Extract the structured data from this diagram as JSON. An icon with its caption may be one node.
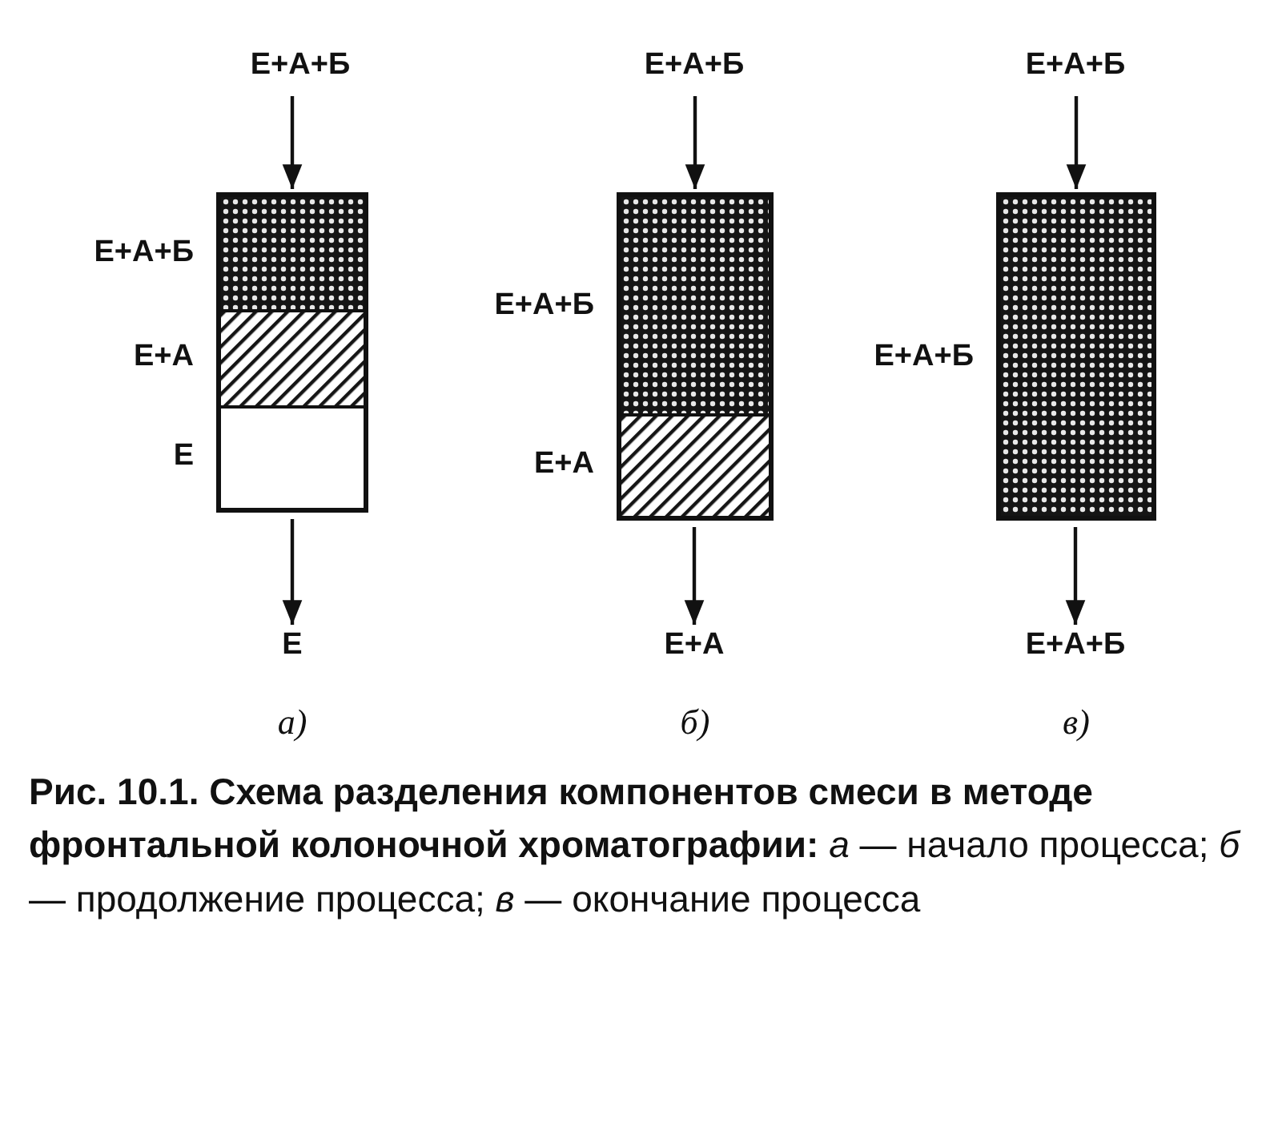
{
  "diagram": {
    "caption": "**Рис. 10.1. Схема разделения компонентов смеси в методе фронтальной колоночной хроматографии:** *а* — начало процесса; *б* — продолжение процесса; *в* — окончание процесса",
    "nodes": [
      {
        "text": [
          "Е+А+Б"
        ]
      },
      {
        "text": [],
        "shape": "box"
      },
      {
        "text": [],
        "shape": "box",
        "in": 1,
        "beside": [
          "Е+А+Б"
        ]
      },
      {
        "text": [],
        "shape": "box",
        "in": 1,
        "beside": [
          "Е+А"
        ]
      },
      {
        "text": [],
        "shape": "box",
        "in": 1,
        "beside": [
          "Е"
        ]
      },
      {
        "text": [
          "Е"
        ]
      },
      {
        "text": [
          "Е+А+Б"
        ]
      },
      {
        "text": [],
        "shape": "box"
      },
      {
        "text": [],
        "shape": "box",
        "in": 7,
        "beside": [
          "Е+А+Б"
        ]
      },
      {
        "text": [],
        "shape": "box",
        "in": 7,
        "beside": [
          "Е+А"
        ]
      },
      {
        "text": [
          "Е+А"
        ]
      },
      {
        "text": [
          "Е+А+Б"
        ]
      },
      {
        "text": [],
        "shape": "box"
      },
      {
        "text": [],
        "shape": "box",
        "in": 12,
        "beside": [
          "Е+А+Б"
        ]
      },
      {
        "text": [
          "Е+А+Б"
        ]
      }
    ],
    "edges": [
      {
        "from": 0,
        "to": 1,
        "arrow": "to"
      },
      {
        "from": 1,
        "to": 5,
        "arrow": "to"
      },
      {
        "from": 6,
        "to": 7,
        "arrow": "to"
      },
      {
        "from": 7,
        "to": 10,
        "arrow": "to"
      },
      {
        "from": 11,
        "to": 12,
        "arrow": "to"
      },
      {
        "from": 12,
        "to": 14,
        "arrow": "to"
      }
    ],
    "labels": [
      "а)",
      "б)",
      "в)"
    ]
  }
}
